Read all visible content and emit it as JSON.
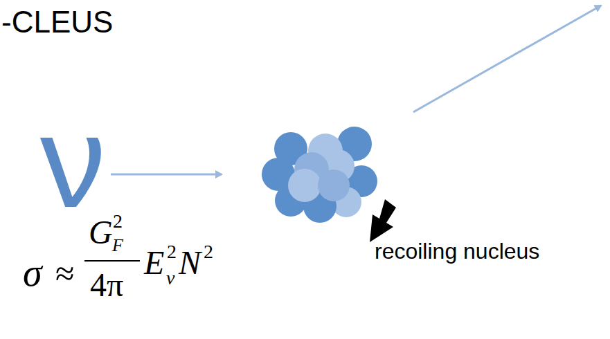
{
  "diagram": {
    "title": "-CLEUS",
    "labels": [
      "ν",
      "σ",
      "≈",
      "G",
      "2",
      "F",
      "4π",
      "E",
      "2",
      "ν",
      "N",
      "2",
      "recoiling nucleus"
    ]
  }
}
